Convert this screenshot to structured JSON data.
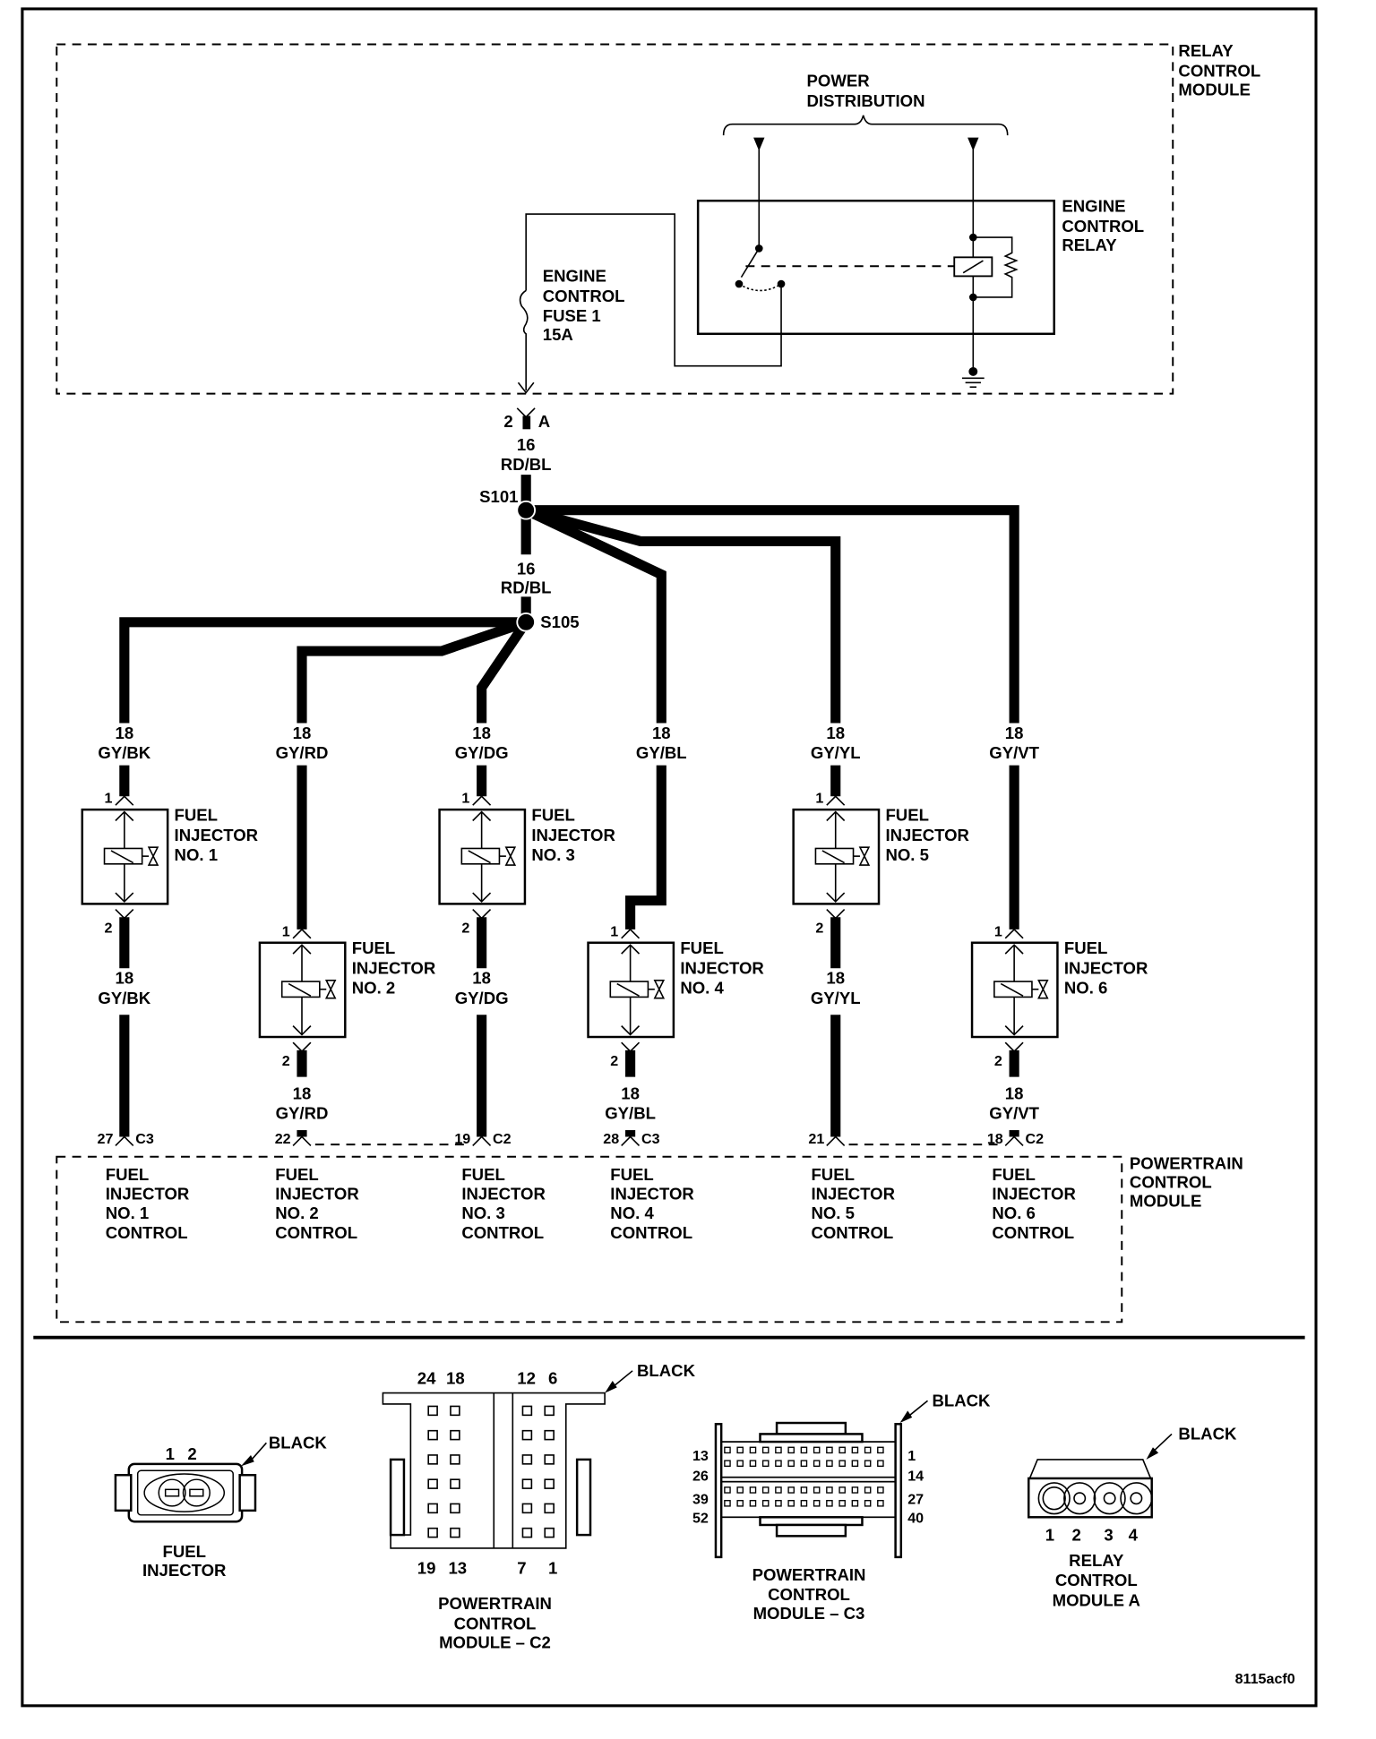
{
  "relay_module": {
    "label": [
      "RELAY",
      "CONTROL",
      "MODULE"
    ]
  },
  "power_distribution": {
    "label": [
      "POWER",
      "DISTRIBUTION"
    ]
  },
  "engine_control_relay": {
    "label": [
      "ENGINE",
      "CONTROL",
      "RELAY"
    ]
  },
  "fuse": {
    "label": [
      "ENGINE",
      "CONTROL",
      "FUSE 1",
      "15A"
    ]
  },
  "main_connector": {
    "pin": "2",
    "connector": "A"
  },
  "main_wire": {
    "gauge": "16",
    "color": "RD/BL"
  },
  "splices": {
    "s101": "S101",
    "s105": "S105"
  },
  "mid_wire": {
    "gauge": "16",
    "color": "RD/BL"
  },
  "injectors": [
    {
      "name": [
        "FUEL",
        "INJECTOR",
        "NO. 1"
      ],
      "feed_gauge": "18",
      "feed_color": "GY/BK",
      "pin_in": "1",
      "pin_out": "2",
      "ctrl_gauge": "18",
      "ctrl_color": "GY/BK",
      "pcm_pin": "27",
      "pcm_conn": "C3",
      "pcm_label": [
        "FUEL",
        "INJECTOR",
        "NO. 1",
        "CONTROL"
      ]
    },
    {
      "name": [
        "FUEL",
        "INJECTOR",
        "NO. 2"
      ],
      "feed_gauge": "18",
      "feed_color": "GY/RD",
      "pin_in": "1",
      "pin_out": "2",
      "ctrl_gauge": "18",
      "ctrl_color": "GY/RD",
      "pcm_pin": "22",
      "pcm_conn": "",
      "pcm_label": [
        "FUEL",
        "INJECTOR",
        "NO. 2",
        "CONTROL"
      ]
    },
    {
      "name": [
        "FUEL",
        "INJECTOR",
        "NO. 3"
      ],
      "feed_gauge": "18",
      "feed_color": "GY/DG",
      "pin_in": "1",
      "pin_out": "2",
      "ctrl_gauge": "18",
      "ctrl_color": "GY/DG",
      "pcm_pin": "19",
      "pcm_conn": "C2",
      "pcm_label": [
        "FUEL",
        "INJECTOR",
        "NO. 3",
        "CONTROL"
      ]
    },
    {
      "name": [
        "FUEL",
        "INJECTOR",
        "NO. 4"
      ],
      "feed_gauge": "18",
      "feed_color": "GY/BL",
      "pin_in": "1",
      "pin_out": "2",
      "ctrl_gauge": "18",
      "ctrl_color": "GY/BL",
      "pcm_pin": "28",
      "pcm_conn": "C3",
      "pcm_label": [
        "FUEL",
        "INJECTOR",
        "NO. 4",
        "CONTROL"
      ]
    },
    {
      "name": [
        "FUEL",
        "INJECTOR",
        "NO. 5"
      ],
      "feed_gauge": "18",
      "feed_color": "GY/YL",
      "pin_in": "1",
      "pin_out": "2",
      "ctrl_gauge": "18",
      "ctrl_color": "GY/YL",
      "pcm_pin": "21",
      "pcm_conn": "",
      "pcm_label": [
        "FUEL",
        "INJECTOR",
        "NO. 5",
        "CONTROL"
      ]
    },
    {
      "name": [
        "FUEL",
        "INJECTOR",
        "NO. 6"
      ],
      "feed_gauge": "18",
      "feed_color": "GY/VT",
      "pin_in": "1",
      "pin_out": "2",
      "ctrl_gauge": "18",
      "ctrl_color": "GY/VT",
      "pcm_pin": "18",
      "pcm_conn": "C2",
      "pcm_label": [
        "FUEL",
        "INJECTOR",
        "NO. 6",
        "CONTROL"
      ]
    }
  ],
  "pcm": {
    "label": [
      "POWERTRAIN",
      "CONTROL",
      "MODULE"
    ]
  },
  "connector_views": {
    "fuel_injector": {
      "pins": [
        "1",
        "2"
      ],
      "color": "BLACK",
      "title": [
        "FUEL",
        "INJECTOR"
      ]
    },
    "pcm_c2": {
      "top_pins": [
        "24",
        "18",
        "12",
        "6"
      ],
      "bottom_pins": [
        "19",
        "13",
        "7",
        "1"
      ],
      "color": "BLACK",
      "title": [
        "POWERTRAIN",
        "CONTROL",
        "MODULE – C2"
      ]
    },
    "pcm_c3": {
      "left_pins": [
        "13",
        "26",
        "39",
        "52"
      ],
      "right_pins": [
        "1",
        "14",
        "27",
        "40"
      ],
      "color": "BLACK",
      "title": [
        "POWERTRAIN",
        "CONTROL",
        "MODULE – C3"
      ]
    },
    "relay_a": {
      "pins": [
        "1",
        "2",
        "3",
        "4"
      ],
      "color": "BLACK",
      "title": [
        "RELAY",
        "CONTROL",
        "MODULE A"
      ]
    }
  },
  "figure_id": "8115acf0"
}
